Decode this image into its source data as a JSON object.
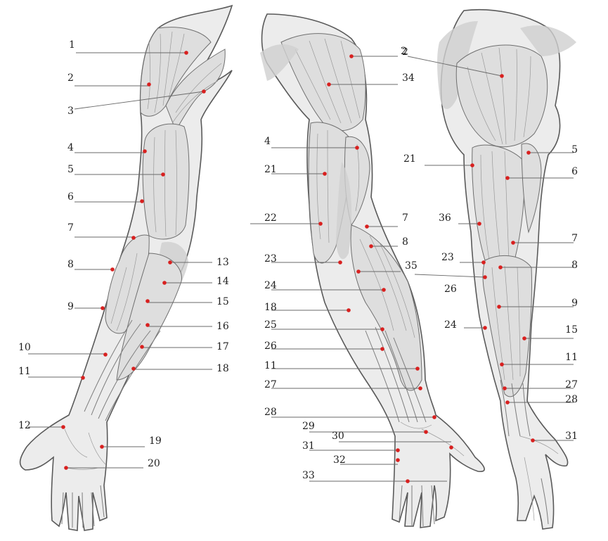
{
  "colors": {
    "marker": "#d8201f",
    "line": "#6a6a6a",
    "text": "#1e1e1e",
    "outline": "#5a5a5a"
  },
  "views": {
    "anterior": {
      "labels": [
        "1",
        "2",
        "3",
        "4",
        "5",
        "6",
        "7",
        "8",
        "9",
        "10",
        "11",
        "12",
        "13",
        "14",
        "15",
        "16",
        "17",
        "18",
        "19",
        "20"
      ]
    },
    "lateral": {
      "labels": [
        "2",
        "34",
        "4",
        "21",
        "22",
        "7",
        "8",
        "23",
        "35",
        "24",
        "18",
        "25",
        "26",
        "11",
        "27",
        "28",
        "29",
        "30",
        "31",
        "32",
        "33"
      ]
    },
    "posterior": {
      "labels": [
        "2",
        "5",
        "21",
        "6",
        "36",
        "7",
        "23",
        "8",
        "26",
        "9",
        "24",
        "15",
        "11",
        "27",
        "28",
        "31"
      ]
    }
  }
}
